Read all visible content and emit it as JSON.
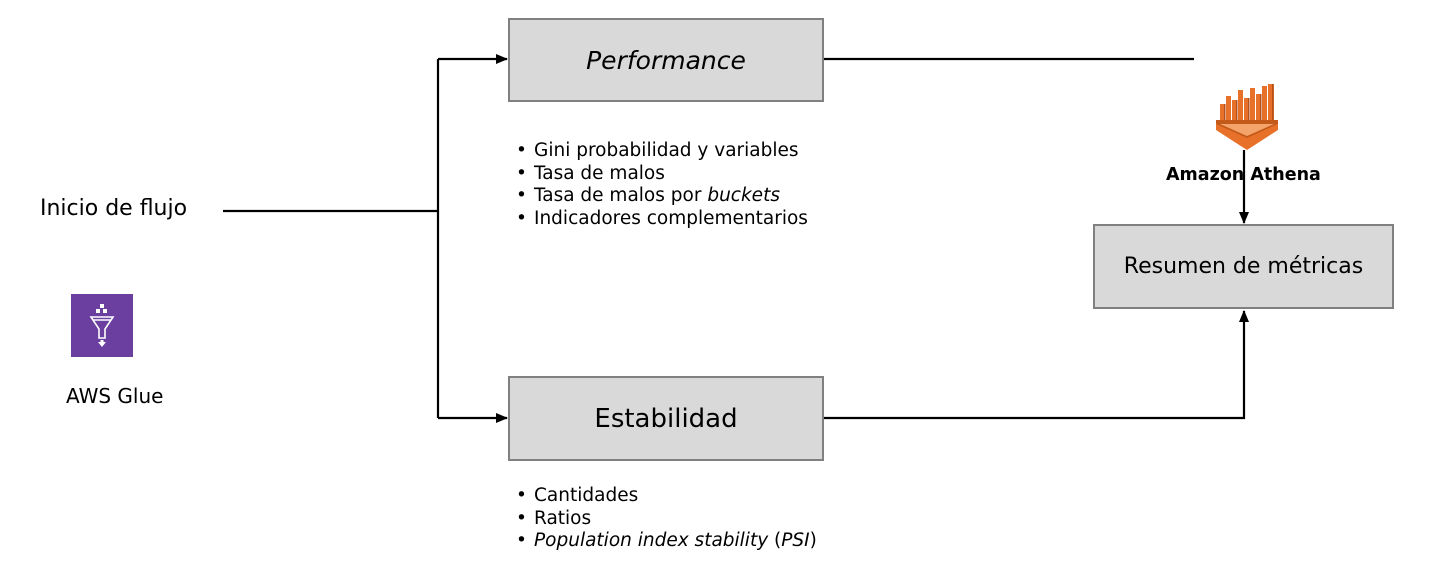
{
  "start": {
    "label": "Inicio de flujo"
  },
  "glue": {
    "label": "AWS Glue",
    "icon": "aws-glue-icon",
    "color": "#6b3fa0"
  },
  "performance": {
    "title": "Performance",
    "items": [
      {
        "text": "Gini probabilidad y variables"
      },
      {
        "text": "Tasa de malos"
      },
      {
        "text": "Tasa de malos por ",
        "em": "buckets"
      },
      {
        "text": "Indicadores complementarios"
      }
    ]
  },
  "estabilidad": {
    "title": "Estabilidad",
    "items": [
      {
        "text": "Cantidades"
      },
      {
        "text": "Ratios"
      },
      {
        "em": "Population index stability",
        "text2": " (",
        "em2": "PSI",
        "text3": ")"
      }
    ]
  },
  "athena": {
    "label": "Amazon Athena",
    "icon": "amazon-athena-icon",
    "color": "#e8712a"
  },
  "resumen": {
    "title": "Resumen de métricas"
  },
  "colors": {
    "box_fill": "#d9d9d9",
    "box_border": "#808080",
    "line": "#000000"
  }
}
